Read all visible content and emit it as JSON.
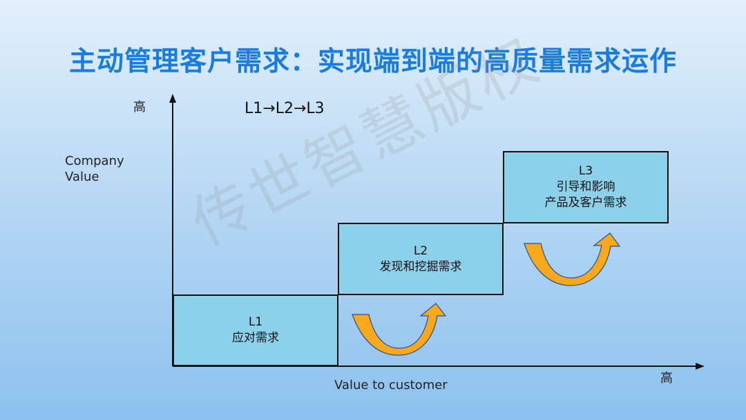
{
  "title": "主动管理客户需求：实现端到端的高质量需求运作",
  "sequence": "L1→L2→L3",
  "y_axis": {
    "high": "高",
    "label_line1": "Company",
    "label_line2": "Value"
  },
  "x_axis": {
    "label": "Value to customer",
    "high": "高"
  },
  "levels": [
    {
      "code": "L1",
      "line1": "应对需求",
      "line2": ""
    },
    {
      "code": "L2",
      "line1": "发现和挖掘需求",
      "line2": ""
    },
    {
      "code": "L3",
      "line1": "引导和影响",
      "line2": "产品及客户需求"
    }
  ],
  "watermark": "传世智慧版权",
  "colors": {
    "title": "#1a7ce0",
    "box_fill": "#8dd0e9",
    "arrow_fill": "#f7a81b",
    "arrow_edge": "#2a4d9b"
  }
}
